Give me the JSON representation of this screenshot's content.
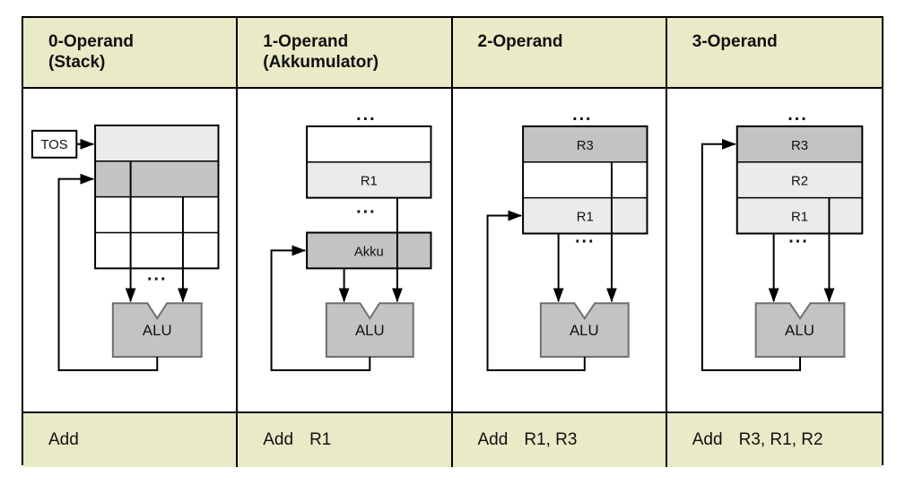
{
  "colors": {
    "header_bg": "#e9eac6",
    "footer_bg": "#e9eac6",
    "cell_light_gray": "#ebebeb",
    "cell_dark_gray": "#c3c3c3",
    "cell_white": "#ffffff",
    "alu_fill": "#c3c3c3",
    "alu_stroke": "#6f6f6f",
    "line_color": "#000000",
    "border_color": "#000000"
  },
  "columns": [
    {
      "header_line1": "0-Operand",
      "header_line2": "(Stack)",
      "instruction": {
        "mnemonic": "Add",
        "operands": ""
      },
      "labels": {
        "tos": "TOS",
        "dots_bottom": "...",
        "alu": "ALU"
      }
    },
    {
      "header_line1": "1-Operand",
      "header_line2": "(Akkumulator)",
      "instruction": {
        "mnemonic": "Add",
        "operands": "R1"
      },
      "labels": {
        "dots_top": "...",
        "r1": "R1",
        "dots_mid": "...",
        "akku": "Akku",
        "alu": "ALU"
      }
    },
    {
      "header_line1": "2-Operand",
      "header_line2": "",
      "instruction": {
        "mnemonic": "Add",
        "operands": "R1, R3"
      },
      "labels": {
        "dots_top": "...",
        "r3": "R3",
        "r1": "R1",
        "dots_bottom": "...",
        "alu": "ALU"
      }
    },
    {
      "header_line1": "3-Operand",
      "header_line2": "",
      "instruction": {
        "mnemonic": "Add",
        "operands": "R3, R1, R2"
      },
      "labels": {
        "dots_top": "...",
        "r3": "R3",
        "r2": "R2",
        "r1": "R1",
        "dots_bottom": "...",
        "alu": "ALU"
      }
    }
  ]
}
